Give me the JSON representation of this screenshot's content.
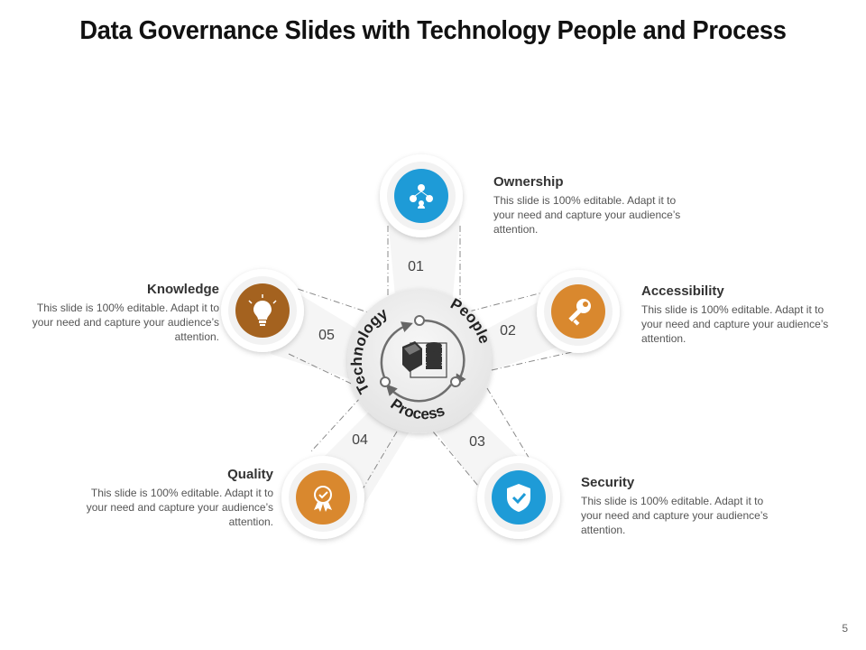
{
  "title": "Data Governance Slides with Technology People and Process",
  "center": {
    "arc_labels": [
      "Technology",
      "People",
      "Process"
    ]
  },
  "items": [
    {
      "num": "01",
      "heading": "Ownership",
      "desc": "This slide is 100% editable. Adapt it to your need and capture your audience’s attention.",
      "color": "#1e9bd7",
      "icon": "ownership-network-icon"
    },
    {
      "num": "02",
      "heading": "Accessibility",
      "desc": "This slide is 100% editable. Adapt it to your need and capture your audience’s attention.",
      "color": "#d9882e",
      "icon": "key-icon"
    },
    {
      "num": "03",
      "heading": "Security",
      "desc": "This slide is 100% editable. Adapt it to your need and capture your audience’s attention.",
      "color": "#1e9bd7",
      "icon": "shield-check-icon"
    },
    {
      "num": "04",
      "heading": "Quality",
      "desc": "This slide is 100% editable. Adapt it to your need and capture your audience’s attention.",
      "color": "#d9882e",
      "icon": "award-badge-icon"
    },
    {
      "num": "05",
      "heading": "Knowledge",
      "desc": "This slide is 100% editable. Adapt it to your need and capture your audience’s attention.",
      "color": "#a4621f",
      "icon": "lightbulb-icon"
    }
  ],
  "page_number": "5"
}
